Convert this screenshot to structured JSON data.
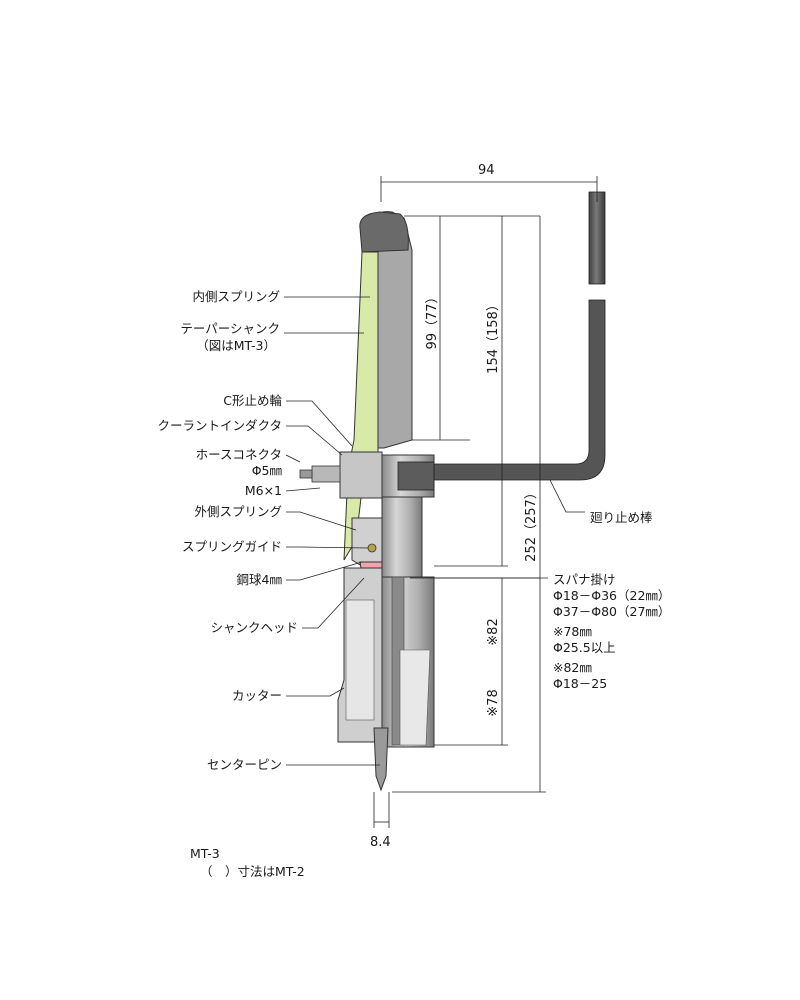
{
  "labels": {
    "inner_spring": "内側スプリング",
    "taper_shank": "テーパーシャンク",
    "taper_shank_note": "（図はMT-3）",
    "c_ring": "C形止め輪",
    "coolant_inductor": "クーラントインダクタ",
    "hose_connector": "ホースコネクタ",
    "hose_connector_size": "Φ5㎜",
    "m6": "M6×1",
    "outer_spring": "外側スプリング",
    "spring_guide": "スプリングガイド",
    "steel_ball": "鋼球4㎜",
    "shank_head": "シャンクヘッド",
    "cutter": "カッター",
    "center_pin": "センターピン",
    "stop_rod": "廻り止め棒"
  },
  "dimensions": {
    "width_94": "94",
    "d99": "99（77）",
    "d154": "154（158）",
    "d252": "252（257）",
    "d82": "※82",
    "d78": "※78",
    "d8_4": "8.4"
  },
  "spanner_notes": [
    "スパナ掛け",
    "Φ18－Φ36（22㎜）",
    "Φ37－Φ80（27㎜）",
    "※78㎜",
    "Φ25.5以上",
    "※82㎜",
    "Φ18－25"
  ],
  "footer": {
    "model": "MT-3",
    "note": "（　）寸法はMT-2"
  },
  "colors": {
    "shank_green": "#d8e9a8",
    "head_pink": "#f2a3ad",
    "metal_gray": "#9a9a9a",
    "metal_light": "#c8c8c8",
    "rod_dark": "#4d4d4d"
  }
}
